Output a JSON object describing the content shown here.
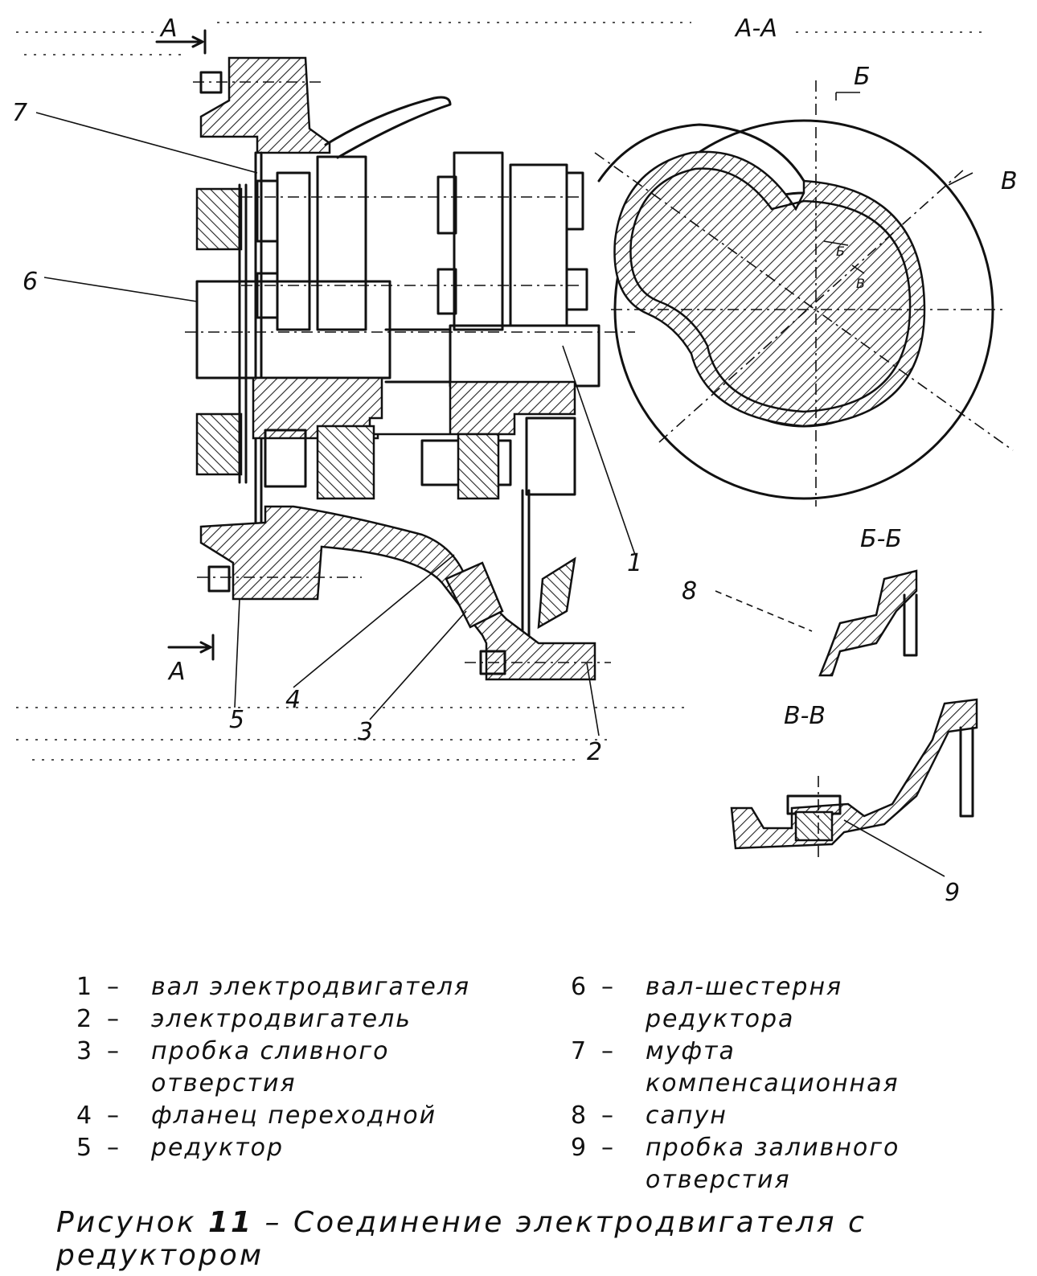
{
  "section_labels": {
    "aa_top": "А-А",
    "a_upper": "А",
    "a_lower": "А",
    "bb": "Б-Б",
    "vv": "В-В",
    "b_mark": "Б",
    "b_mark_small": "Б",
    "v_mark": "В",
    "v_mark_small": "В"
  },
  "callouts": {
    "c1": "1",
    "c2": "2",
    "c3": "3",
    "c4": "4",
    "c5": "5",
    "c6": "6",
    "c7": "7",
    "c8": "8",
    "c9": "9"
  },
  "legend": {
    "left": [
      {
        "num": "1",
        "dash": "–",
        "text": "вал электродвигателя"
      },
      {
        "num": "2",
        "dash": "–",
        "text": "электродвигатель"
      },
      {
        "num": "3",
        "dash": "–",
        "text": "пробка сливного отверстия"
      },
      {
        "num": "4",
        "dash": "–",
        "text": "фланец переходной"
      },
      {
        "num": "5",
        "dash": "–",
        "text": "редуктор"
      }
    ],
    "right": [
      {
        "num": "6",
        "dash": "–",
        "text": "вал-шестерня редуктора"
      },
      {
        "num": "7",
        "dash": "–",
        "text": "муфта компенсационная"
      },
      {
        "num": "8",
        "dash": "–",
        "text": "сапун"
      },
      {
        "num": "9",
        "dash": "–",
        "text": "пробка заливного отверстия"
      }
    ]
  },
  "caption": {
    "prefix": "Рисунок",
    "number": "11",
    "separator": "–",
    "title": "Соединение электродвигателя с редуктором"
  }
}
